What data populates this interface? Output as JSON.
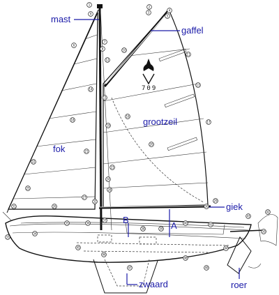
{
  "labels": {
    "mast": "mast",
    "gaffel": "gaffel",
    "grootzeil": "grootzeil",
    "fok": "fok",
    "giek": "giek",
    "zwaard": "zwaard",
    "roer": "roer",
    "a": "A",
    "b": "B"
  },
  "sail_number": "709",
  "colors": {
    "label_blue": "#1a1aa8",
    "drawing_ink": "#111111"
  },
  "callout_numbers": [
    "1",
    "2",
    "3",
    "4",
    "5",
    "6",
    "7",
    "8",
    "9",
    "10",
    "11",
    "12",
    "13",
    "14",
    "15",
    "16",
    "17",
    "18",
    "19",
    "20",
    "21",
    "22",
    "23",
    "24",
    "25",
    "26",
    "27",
    "28",
    "29",
    "30",
    "31",
    "32",
    "33",
    "34",
    "35",
    "36",
    "37",
    "38",
    "39",
    "40",
    "41",
    "42",
    "43",
    "44",
    "45",
    "46",
    "47",
    "48",
    "49",
    "50"
  ]
}
